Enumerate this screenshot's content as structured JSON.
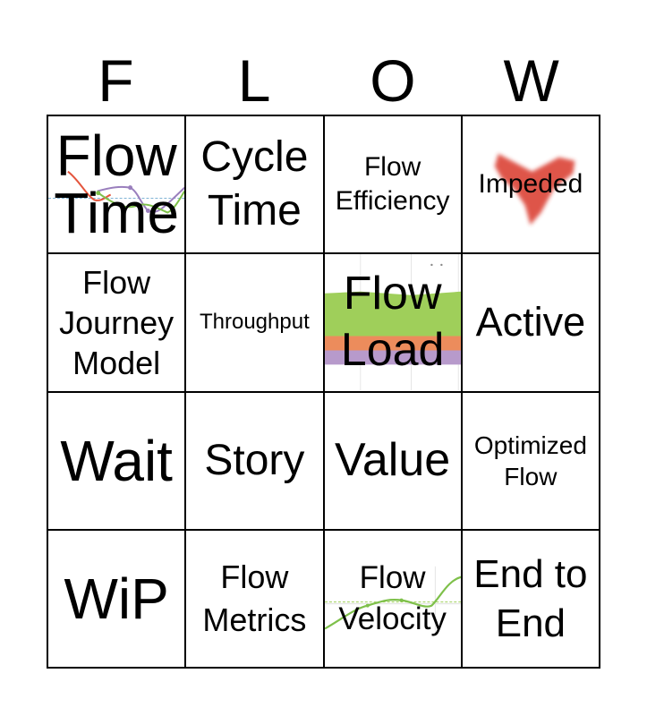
{
  "header": {
    "letters": [
      "F",
      "L",
      "O",
      "W"
    ]
  },
  "cells": [
    {
      "text": "Flow\nTime"
    },
    {
      "text": "Cycle\nTime"
    },
    {
      "text": "Flow\nEfficiency"
    },
    {
      "text": "Impeded"
    },
    {
      "text": "Flow\nJourney\nModel"
    },
    {
      "text": "Throughput"
    },
    {
      "text": "Flow\nLoad"
    },
    {
      "text": "Active"
    },
    {
      "text": "Wait"
    },
    {
      "text": "Story"
    },
    {
      "text": "Value"
    },
    {
      "text": "Optimized\nFlow"
    },
    {
      "text": "WiP"
    },
    {
      "text": "Flow\nMetrics"
    },
    {
      "text": "Flow\nVelocity"
    },
    {
      "text": "End to\nEnd"
    }
  ],
  "background_images": {
    "flow_time": "line-chart-thumbnail",
    "impeded": "red-splash",
    "flow_load": "stacked-area-chart-thumbnail",
    "flow_velocity": "velocity-line-chart-thumbnail"
  },
  "colors": {
    "border": "#000000",
    "splash": "#d9372c",
    "area_green": "#9fcf5a",
    "area_orange": "#ec8c5c",
    "area_purple": "#b79acb"
  }
}
